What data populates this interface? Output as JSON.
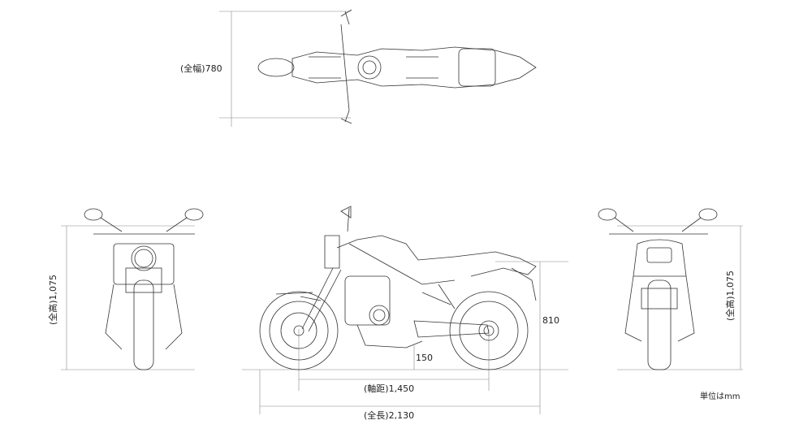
{
  "labels": {
    "overall_width": "(全幅)780",
    "overall_height_front": "(全高)1,075",
    "overall_height_rear": "(全高)1,075",
    "seat_height": "810",
    "ground_clearance": "150",
    "wheelbase": "(軸距)1,450",
    "overall_length": "(全長)2,130",
    "unit_note": "単位はmm"
  },
  "colors": {
    "line": "#333333",
    "dim_line": "#888888"
  }
}
